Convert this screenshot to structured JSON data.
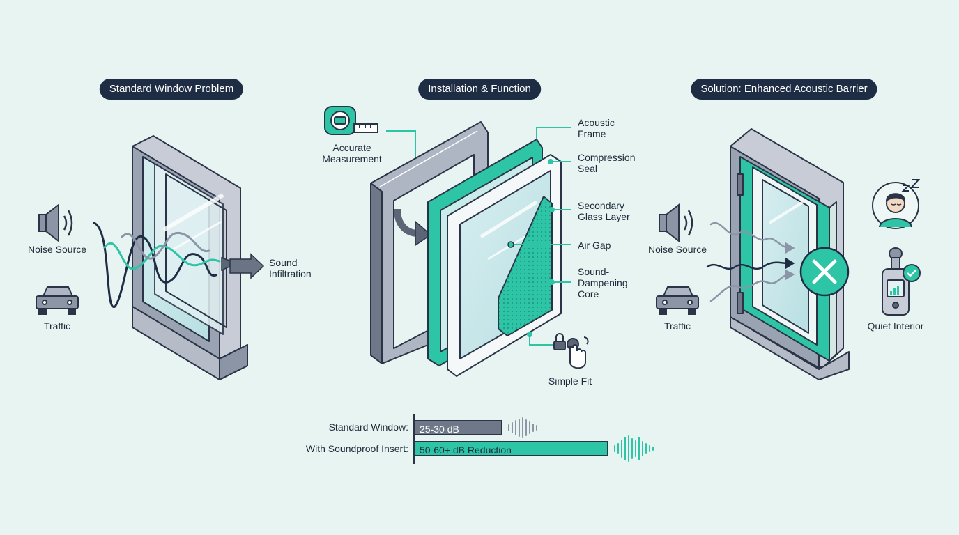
{
  "panels": {
    "left_title": "Standard Window Problem",
    "middle_title": "Installation & Function",
    "right_title": "Solution: Enhanced Acoustic Barrier"
  },
  "left": {
    "noise_source": "Noise Source",
    "traffic": "Traffic",
    "sound_infiltration": "Sound\nInfiltration"
  },
  "middle": {
    "accurate_measurement": "Accurate\nMeasurement",
    "acoustic_frame": "Acoustic\nFrame",
    "compression_seal": "Compression\nSeal",
    "secondary_glass": "Secondary\nGlass Layer",
    "air_gap": "Air Gap",
    "dampening_core": "Sound-\nDampening\nCore",
    "simple_fit": "Simple Fit"
  },
  "right": {
    "noise_source": "Noise Source",
    "traffic": "Traffic",
    "quiet_interior": "Quiet Interior"
  },
  "comparison": {
    "standard_label": "Standard Window:",
    "standard_value": "25-30 dB",
    "insert_label": "With Soundproof Insert:",
    "insert_value": "50-60+ dB Reduction"
  },
  "colors": {
    "teal": "#2ec4a6",
    "navy": "#1e2d44",
    "frame_gray": "#8b95a6",
    "background": "#e7f4f1"
  }
}
